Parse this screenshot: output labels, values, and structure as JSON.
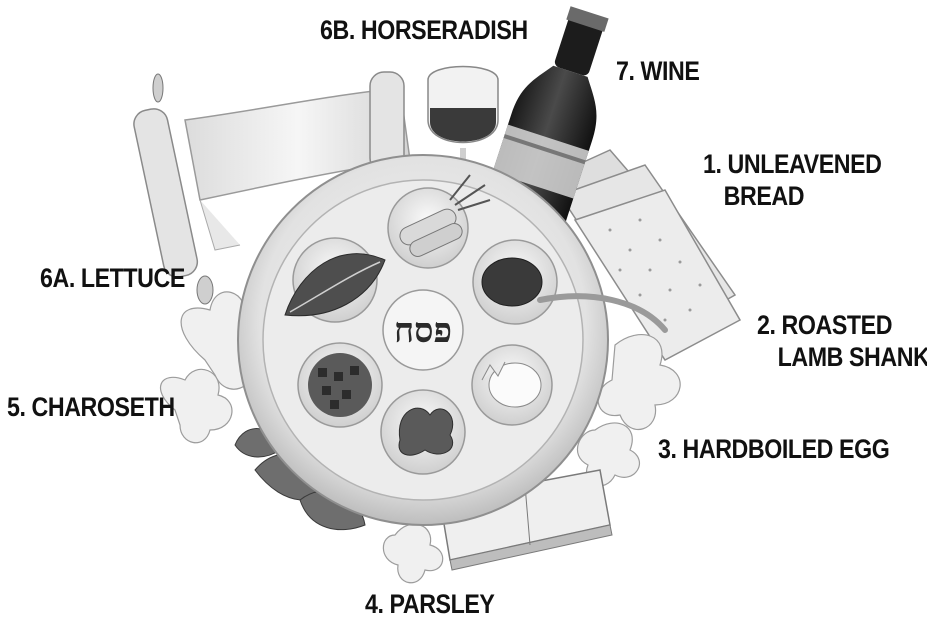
{
  "plate": {
    "center_text": "פסח"
  },
  "labels": {
    "unleavened_bread": {
      "line1": "1. UNLEAVENED",
      "line2": "BREAD"
    },
    "roasted_lamb_shank": {
      "line1": "2. ROASTED",
      "line2": "LAMB SHANK"
    },
    "hardboiled_egg": "3. HARDBOILED EGG",
    "parsley": "4. PARSLEY",
    "charoseth": "5. CHAROSETH",
    "lettuce": "6A. LETTUCE",
    "horseradish": "6B. HORSERADISH",
    "wine": "7. WINE"
  },
  "colors": {
    "label_text": "#111111",
    "background": "#ffffff"
  }
}
